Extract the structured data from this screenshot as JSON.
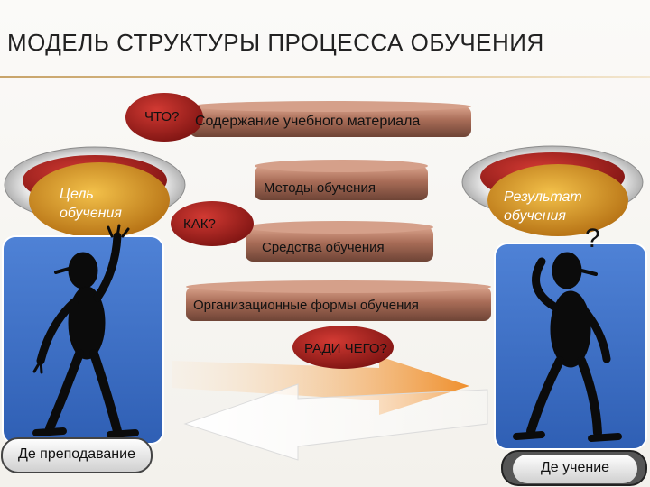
{
  "title": "МОДЕЛЬ СТРУКТУРЫ ПРОЦЕССА ОБУЧЕНИЯ",
  "questions": {
    "what": "ЧТО?",
    "how": "КАК?",
    "why": "РАДИ ЧЕГО?"
  },
  "bars": {
    "content": "Содержание учебного материала",
    "methods": "Методы обучения",
    "means": "Средства обучения",
    "forms": "Организационные формы обучения"
  },
  "left_disc": {
    "label": "Цель\nобучения"
  },
  "right_disc": {
    "label": "Результат\nобучения"
  },
  "right_figure_mark": "?",
  "buttons": {
    "teaching": "Де преподавание",
    "learning": "Де учение"
  },
  "colors": {
    "bar_top": "#c98a73",
    "bar_body": "#9a6350",
    "oval_red": "#b3201e",
    "disc_gold": "#d79b1c",
    "panel_blue": "#4779cf",
    "arrow_orange": "#ef9a3c"
  }
}
